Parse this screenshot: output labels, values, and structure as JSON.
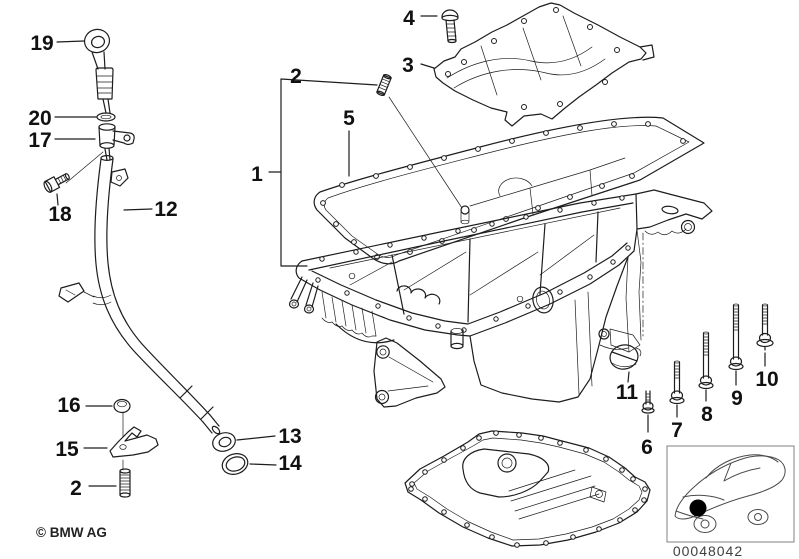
{
  "diagram": {
    "type": "exploded-parts-diagram",
    "subject": "engine oil pan / oil sump assembly with dipstick guide tube, gasket and mounting bolts",
    "callouts": {
      "1": "1",
      "2": "2",
      "3": "3",
      "4": "4",
      "5": "5",
      "6": "6",
      "7": "7",
      "8": "8",
      "9": "9",
      "10": "10",
      "11": "11",
      "12": "12",
      "13": "13",
      "14": "14",
      "15": "15",
      "16": "16",
      "17": "17",
      "18": "18",
      "19": "19",
      "20": "20"
    }
  },
  "footer": {
    "copyright": "© BMW AG"
  },
  "reference": {
    "image_number": "00048042"
  },
  "colors": {
    "line": "#1d1d1d",
    "background": "#ffffff",
    "location_marker": "#000000",
    "reference_text": "#3f3f3f",
    "reference_box_border": "#808080"
  }
}
